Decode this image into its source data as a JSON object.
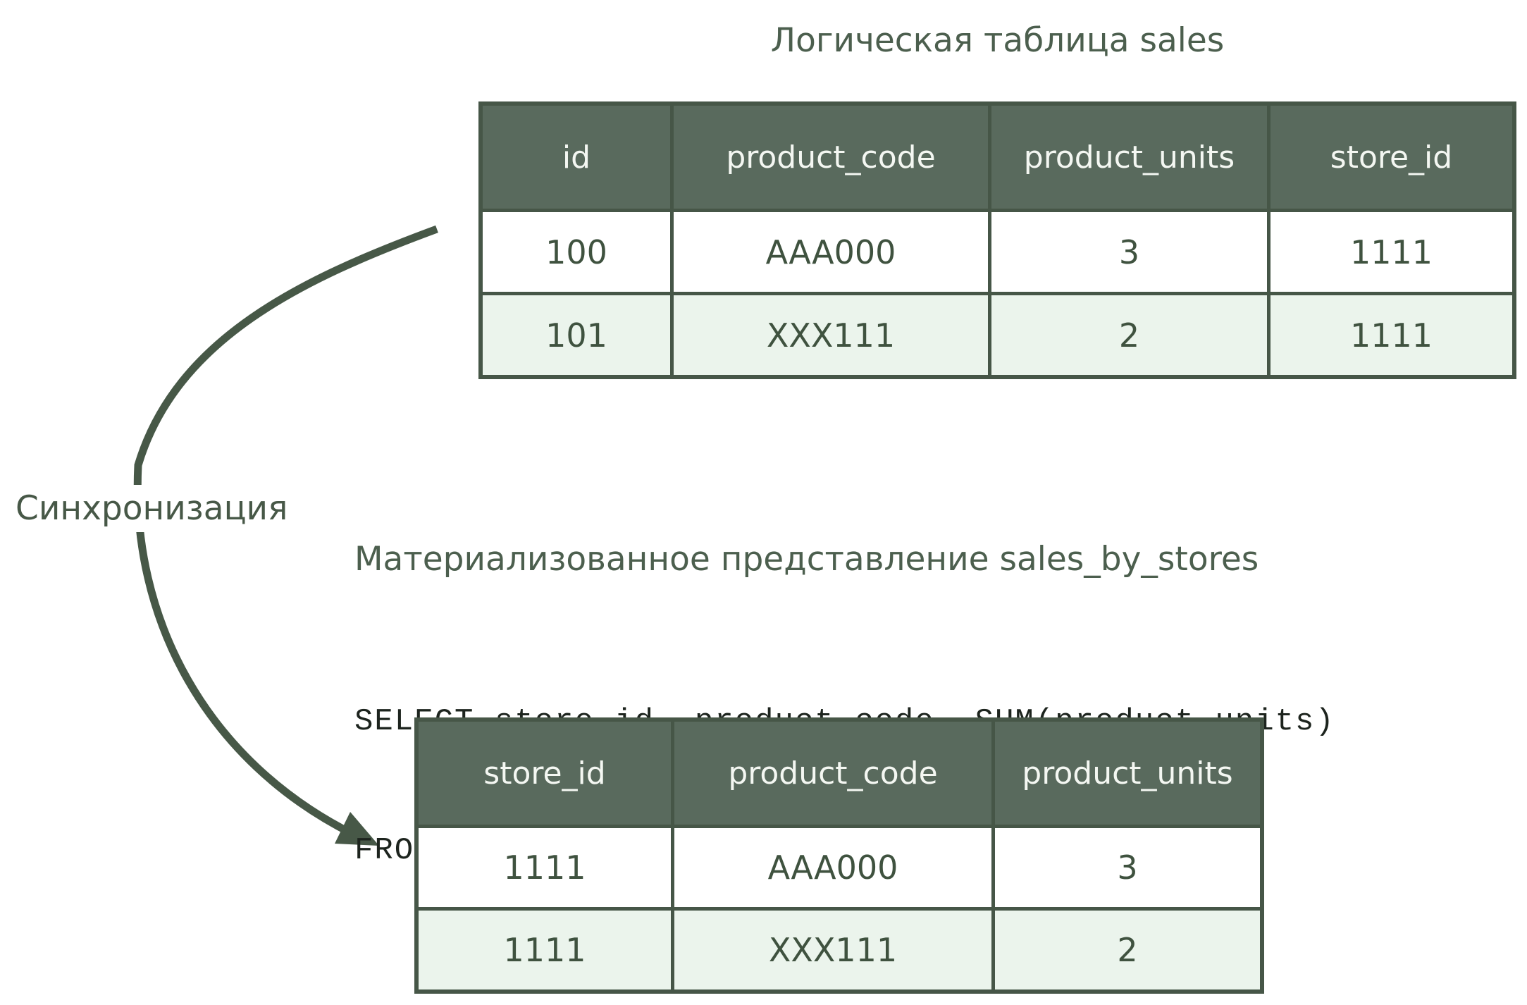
{
  "logical_table": {
    "title": "Логическая таблица sales",
    "columns": [
      "id",
      "product_code",
      "product_units",
      "store_id"
    ],
    "rows": [
      {
        "cells": [
          "100",
          "AAA000",
          "3",
          "1111"
        ]
      },
      {
        "cells": [
          "101",
          "XXX111",
          "2",
          "1111"
        ]
      }
    ]
  },
  "sync_arrow": {
    "label": "Синхронизация",
    "direction": "from logical table to materialized view"
  },
  "materialized_view": {
    "title": "Материализованное представление sales_by_stores",
    "sql": [
      "SELECT store_id, product_code, SUM(product_units)",
      "FROM sales GROUP BY store_id, product_code"
    ],
    "columns": [
      "store_id",
      "product_code",
      "product_units"
    ],
    "rows": [
      {
        "cells": [
          "1111",
          "AAA000",
          "3"
        ]
      },
      {
        "cells": [
          "1111",
          "XXX111",
          "2"
        ]
      }
    ]
  },
  "colors": {
    "header_bg": "#596a5d",
    "table_border": "#465647",
    "row_alt_bg": "#ebf4ec",
    "row_bg": "#ffffff",
    "cell_text": "#3f523f",
    "title_text": "#4c5f4e",
    "sql_text": "#1d241e",
    "arrow": "#475847",
    "background": "#ffffff"
  }
}
